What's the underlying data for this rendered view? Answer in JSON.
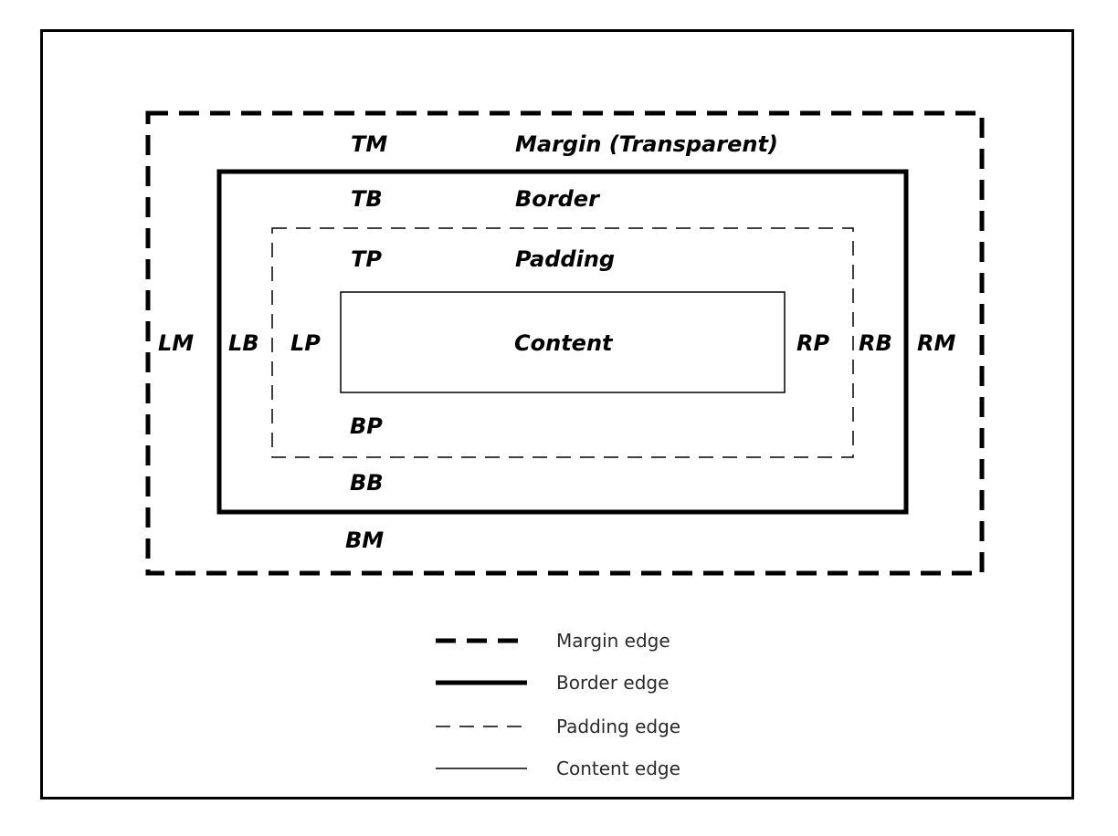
{
  "diagram": {
    "margin_label": "Margin (Transparent)",
    "border_label": "Border",
    "padding_label": "Padding",
    "content_label": "Content",
    "edges": {
      "top_margin": "TM",
      "top_border": "TB",
      "top_padding": "TP",
      "bottom_padding": "BP",
      "bottom_border": "BB",
      "bottom_margin": "BM",
      "left_margin": "LM",
      "left_border": "LB",
      "left_padding": "LP",
      "right_padding": "RP",
      "right_border": "RB",
      "right_margin": "RM"
    }
  },
  "legend": {
    "margin_edge": "Margin edge",
    "border_edge": "Border edge",
    "padding_edge": "Padding edge",
    "content_edge": "Content edge"
  },
  "colors": {
    "stroke": "#000000",
    "background": "#ffffff"
  }
}
